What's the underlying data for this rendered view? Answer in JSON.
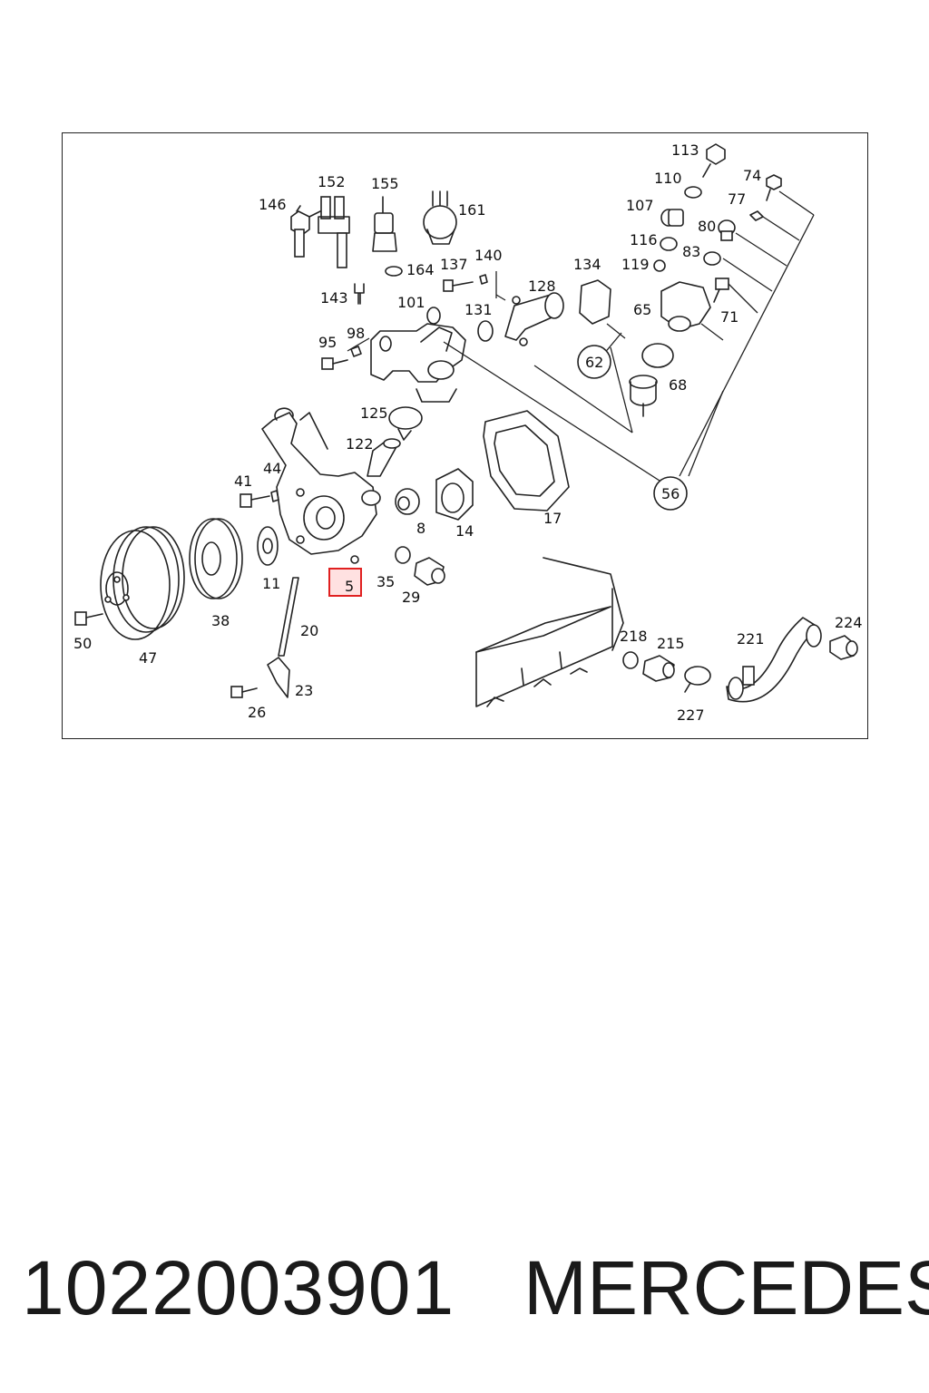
{
  "diagram": {
    "callouts": {
      "c5": "5",
      "c8": "8",
      "c11": "11",
      "c14": "14",
      "c17": "17",
      "c20": "20",
      "c23": "23",
      "c26": "26",
      "c29": "29",
      "c35": "35",
      "c38": "38",
      "c41": "41",
      "c44": "44",
      "c47": "47",
      "c50": "50",
      "c56": "56",
      "c62": "62",
      "c65": "65",
      "c68": "68",
      "c71": "71",
      "c74": "74",
      "c77": "77",
      "c80": "80",
      "c83": "83",
      "c95": "95",
      "c98": "98",
      "c101": "101",
      "c107": "107",
      "c110": "110",
      "c113": "113",
      "c116": "116",
      "c119": "119",
      "c122": "122",
      "c125": "125",
      "c128": "128",
      "c131": "131",
      "c134": "134",
      "c137": "137",
      "c140": "140",
      "c143": "143",
      "c146": "146",
      "c152": "152",
      "c155": "155",
      "c161": "161",
      "c164": "164",
      "c215": "215",
      "c218": "218",
      "c221": "221",
      "c224": "224",
      "c227": "227"
    },
    "highlighted_part": "5",
    "highlight_color": "#e02020"
  },
  "footer": {
    "part_number": "1022003901",
    "brand": "MERCEDES"
  }
}
